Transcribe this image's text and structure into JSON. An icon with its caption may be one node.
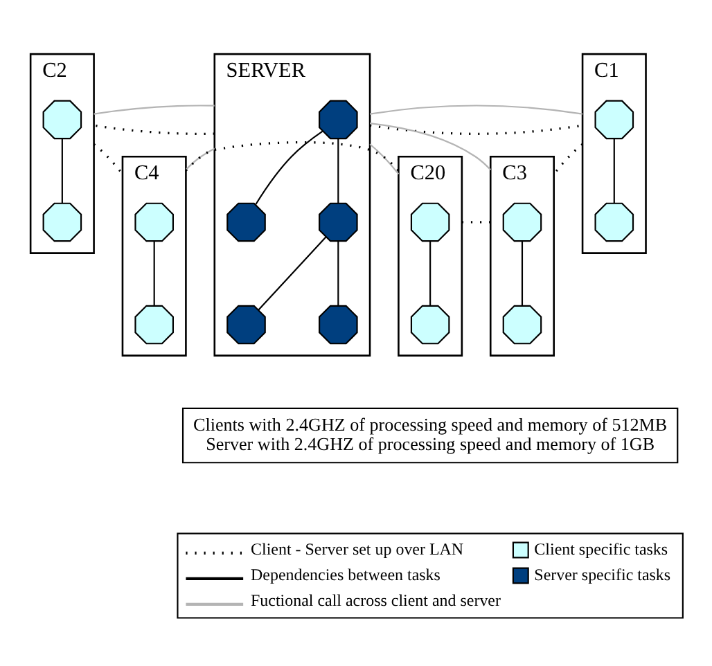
{
  "diagram": {
    "nodes": [
      {
        "text": [
          "C2"
        ]
      },
      {
        "text": [],
        "shape": "circle",
        "in": 0
      },
      {
        "text": [],
        "shape": "circle",
        "in": 0
      },
      {
        "text": [
          "SERVER"
        ]
      },
      {
        "text": [],
        "shape": "circle",
        "in": 3
      },
      {
        "text": [],
        "shape": "circle",
        "in": 3
      },
      {
        "text": [],
        "shape": "circle",
        "in": 3
      },
      {
        "text": [],
        "shape": "circle",
        "in": 3
      },
      {
        "text": [],
        "shape": "circle",
        "in": 3
      },
      {
        "text": [
          "C1"
        ]
      },
      {
        "text": [],
        "shape": "circle",
        "in": 9
      },
      {
        "text": [],
        "shape": "circle",
        "in": 9
      },
      {
        "text": [
          "C4"
        ]
      },
      {
        "text": [],
        "shape": "circle",
        "in": 12
      },
      {
        "text": [],
        "shape": "circle",
        "in": 12
      },
      {
        "text": [
          "C20"
        ]
      },
      {
        "text": [],
        "shape": "circle",
        "in": 15
      },
      {
        "text": [],
        "shape": "circle",
        "in": 15
      },
      {
        "text": [
          "C3"
        ]
      },
      {
        "text": [],
        "shape": "circle",
        "in": 18
      },
      {
        "text": [],
        "shape": "circle",
        "in": 18
      },
      {
        "text": [
          "Clients with 2.4GHZ of processing speed and memory of 512MB",
          "Server with 2.4GHZ of processing speed and memory of 1GB"
        ]
      }
    ],
    "edges": [
      {
        "from": 1,
        "to": 2,
        "arrow": "none"
      },
      {
        "from": 4,
        "to": 5,
        "arrow": "none"
      },
      {
        "from": 4,
        "to": 6,
        "arrow": "none"
      },
      {
        "from": 6,
        "to": 7,
        "arrow": "none"
      },
      {
        "from": 6,
        "to": 8,
        "arrow": "none"
      },
      {
        "from": 10,
        "to": 11,
        "arrow": "none"
      },
      {
        "from": 13,
        "to": 14,
        "arrow": "none"
      },
      {
        "from": 16,
        "to": 17,
        "arrow": "none"
      },
      {
        "from": 19,
        "to": 20,
        "arrow": "none"
      },
      {
        "from": 3,
        "to": 0,
        "arrow": "none",
        "style": "dashed"
      },
      {
        "from": 3,
        "to": 9,
        "arrow": "none",
        "style": "dashed"
      },
      {
        "from": 0,
        "to": 12,
        "arrow": "none",
        "style": "dashed"
      },
      {
        "from": 9,
        "to": 18,
        "arrow": "none",
        "style": "dashed"
      },
      {
        "from": 12,
        "to": 15,
        "arrow": "none",
        "style": "dashed"
      },
      {
        "from": 15,
        "to": 18,
        "arrow": "none",
        "style": "dashed"
      },
      {
        "from": 3,
        "to": 0,
        "arrow": "none",
        "color": "#b4b4b4"
      },
      {
        "from": 3,
        "to": 9,
        "arrow": "none",
        "color": "#b4b4b4"
      },
      {
        "from": 3,
        "to": 12,
        "arrow": "none",
        "color": "#b4b4b4"
      },
      {
        "from": 3,
        "to": 15,
        "arrow": "none",
        "color": "#b4b4b4"
      },
      {
        "from": 3,
        "to": 18,
        "arrow": "none",
        "color": "#b4b4b4"
      }
    ],
    "legend": [
      {
        "text": "Client - Server set up over LAN"
      },
      {
        "text": "Client specific tasks",
        "color": "#ccffff"
      },
      {
        "text": "Dependencies between tasks"
      },
      {
        "text": "Server specific tasks",
        "color": "#003f7f"
      },
      {
        "text": "Fuctional call across client and server"
      }
    ]
  }
}
